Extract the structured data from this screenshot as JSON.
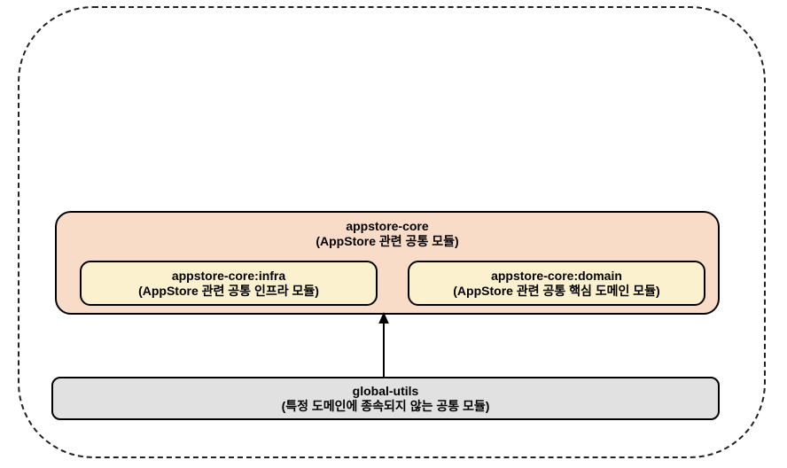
{
  "diagram": {
    "boundary": {
      "shape": "dashed-rounded-rectangle",
      "border_color": "#222222"
    },
    "appstore_core": {
      "title": "appstore-core",
      "subtitle": "(AppStore 관련 공통 모듈)",
      "fill": "#f8dcc8",
      "children": {
        "infra": {
          "title": "appstore-core:infra",
          "subtitle": "(AppStore 관련 공통 인프라 모듈)",
          "fill": "#fcf1ce"
        },
        "domain": {
          "title": "appstore-core:domain",
          "subtitle": "(AppStore 관련 공통 핵심 도메인 모듈)",
          "fill": "#fcf1ce"
        }
      }
    },
    "global_utils": {
      "title": "global-utils",
      "subtitle": "(특정 도메인에 종속되지 않는 공통 모듈)",
      "fill": "#e1e1e1"
    },
    "arrow": {
      "direction": "up",
      "color": "#000000"
    },
    "colors": {
      "border": "#000000",
      "background": "#ffffff",
      "text": "#000000"
    }
  }
}
